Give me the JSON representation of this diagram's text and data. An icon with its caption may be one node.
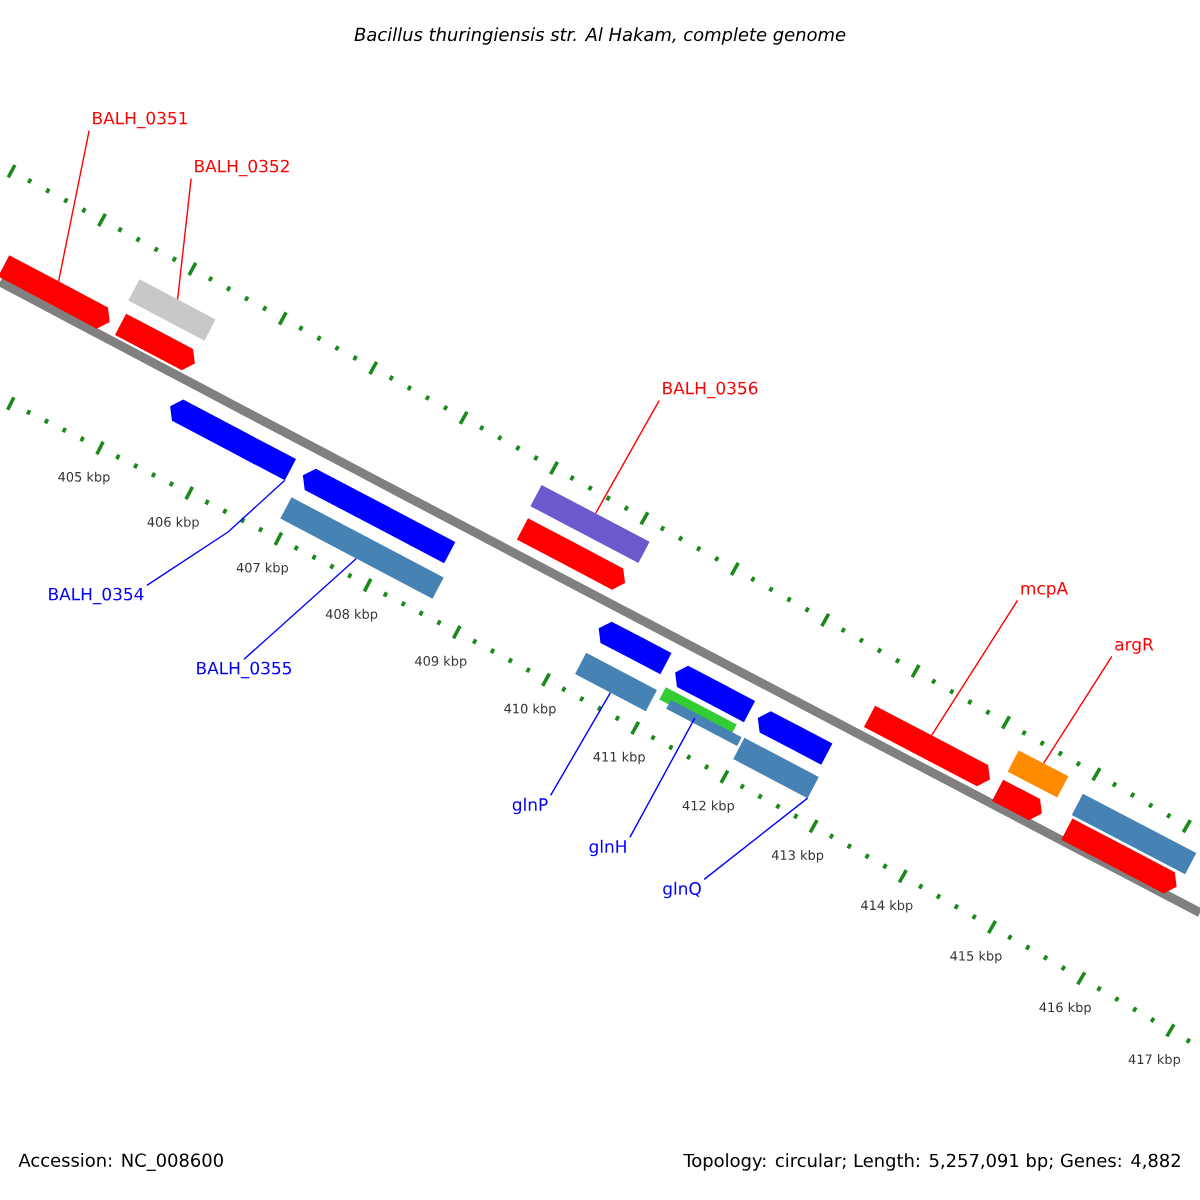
{
  "diagram": {
    "title": "Bacillus thuringiensis str. Al Hakam, complete genome",
    "nodes": [
      {
        "text": [
          "BALH_0351"
        ]
      },
      {
        "text": [
          "BALH_0352"
        ]
      },
      {
        "text": [
          "BALH_0356"
        ]
      },
      {
        "text": [
          "mcpA"
        ]
      },
      {
        "text": [
          "argR"
        ]
      },
      {
        "text": [
          "BALH_0354"
        ]
      },
      {
        "text": [
          "BALH_0355"
        ]
      },
      {
        "text": [
          "glnP"
        ]
      },
      {
        "text": [
          "glnH"
        ]
      },
      {
        "text": [
          "glnQ"
        ]
      },
      {
        "text": [],
        "shape": "arrow"
      },
      {
        "text": [],
        "shape": "arrow"
      },
      {
        "text": [],
        "shape": "bar"
      },
      {
        "text": [],
        "shape": "arrow"
      },
      {
        "text": [],
        "shape": "bar"
      },
      {
        "text": [],
        "shape": "arrow"
      },
      {
        "text": [],
        "shape": "arrow"
      },
      {
        "text": [],
        "shape": "bar"
      },
      {
        "text": [],
        "shape": "bar"
      },
      {
        "text": [],
        "shape": "arrow"
      },
      {
        "text": [],
        "shape": "bar"
      },
      {
        "text": [],
        "shape": "bar"
      },
      {
        "text": [],
        "shape": "arrow"
      },
      {
        "text": [],
        "shape": "bar"
      },
      {
        "text": [],
        "shape": "arrow"
      },
      {
        "text": [],
        "shape": "arrow"
      },
      {
        "text": [],
        "shape": "arrow"
      },
      {
        "text": [],
        "shape": "bar"
      },
      {
        "text": [],
        "shape": "arrow"
      },
      {
        "text": [],
        "shape": "bar"
      }
    ],
    "edges": [
      {
        "from": 0,
        "to": 10,
        "arrow": "none",
        "color": "#ff0000"
      },
      {
        "from": 1,
        "to": 12,
        "arrow": "none",
        "color": "#ff0000"
      },
      {
        "from": 2,
        "to": 17,
        "arrow": "none",
        "color": "#ff0000"
      },
      {
        "from": 3,
        "to": 25,
        "arrow": "none",
        "color": "#ff0000"
      },
      {
        "from": 4,
        "to": 27,
        "arrow": "none",
        "color": "#ff0000"
      },
      {
        "from": 5,
        "to": 13,
        "arrow": "none",
        "color": "#0000ff"
      },
      {
        "from": 6,
        "to": 14,
        "arrow": "none",
        "color": "#0000ff"
      },
      {
        "from": 7,
        "to": 18,
        "arrow": "none",
        "color": "#0000ff"
      },
      {
        "from": 8,
        "to": 20,
        "arrow": "none",
        "color": "#0000ff"
      },
      {
        "from": 9,
        "to": 23,
        "arrow": "none",
        "color": "#0000ff"
      }
    ],
    "labels": [
      "405 kbp",
      "406 kbp",
      "407 kbp",
      "408 kbp",
      "409 kbp",
      "410 kbp",
      "411 kbp",
      "412 kbp",
      "413 kbp",
      "414 kbp",
      "415 kbp",
      "416 kbp",
      "417 kbp",
      "Accession: NC_008600",
      "Topology: circular; Length: 5,257,091 bp; Genes: 4,882"
    ]
  }
}
